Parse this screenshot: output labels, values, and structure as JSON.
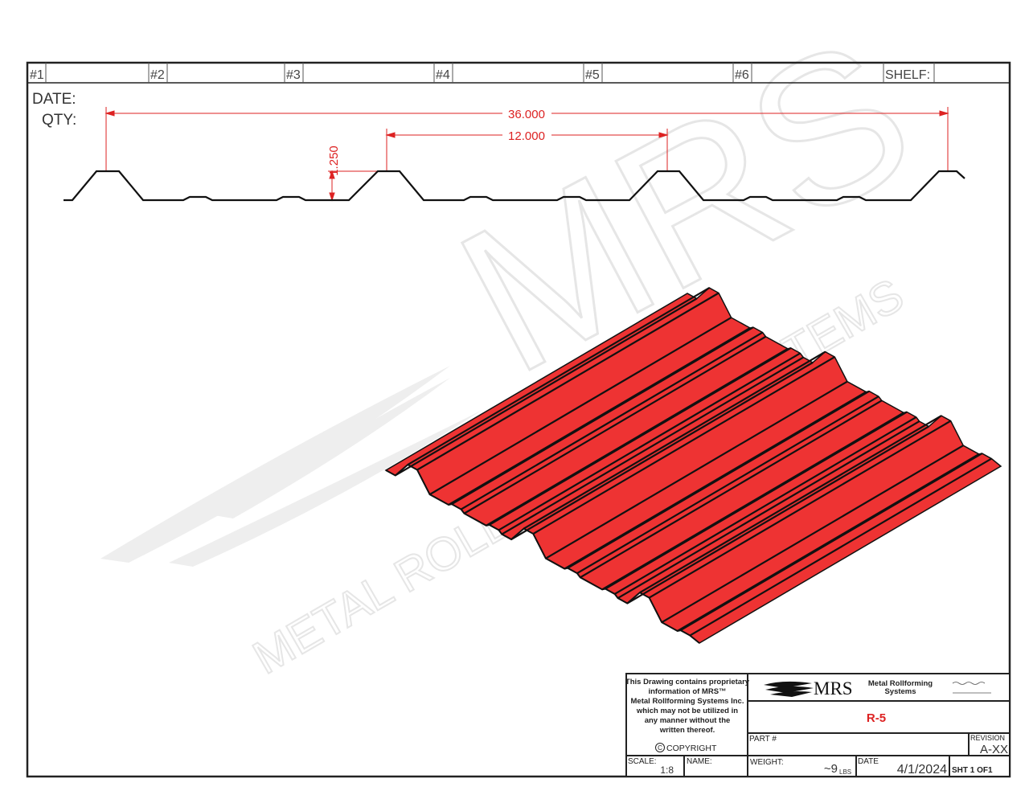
{
  "header_cells": [
    "#1",
    "#2",
    "#3",
    "#4",
    "#5",
    "#6",
    "SHELF:"
  ],
  "fields": {
    "date_label": "DATE:",
    "qty_label": "QTY:"
  },
  "dimensions": {
    "overall": "36.000",
    "pitch": "12.000",
    "rib_height": "1.250"
  },
  "watermark": {
    "logo": "MRS",
    "text": "METAL ROLLFORMING SYSTEMS"
  },
  "title_block": {
    "notice": [
      "This Drawing contains proprietary",
      "information of MRS™",
      "Metal Rollforming Systems Inc.",
      "which may not be utilized in",
      "any manner without the",
      "written thereof."
    ],
    "copyright": "COPYRIGHT",
    "logo_text": "MRS",
    "company": [
      "Metal Rollforming",
      "Systems"
    ],
    "title": "R-5",
    "part_label": "PART #",
    "revision_label": "REVISION",
    "revision": "A-XX",
    "scale_label": "SCALE:",
    "scale": "1:8",
    "name_label": "NAME:",
    "weight_label": "WEIGHT:",
    "weight": "~9",
    "weight_unit": "LBS",
    "date_label": "DATE",
    "date": "4/1/2024",
    "sheet": "SHT 1  OF1"
  },
  "colors": {
    "panel": "#ee3333",
    "dimension": "#dd2222",
    "border": "#222222"
  }
}
